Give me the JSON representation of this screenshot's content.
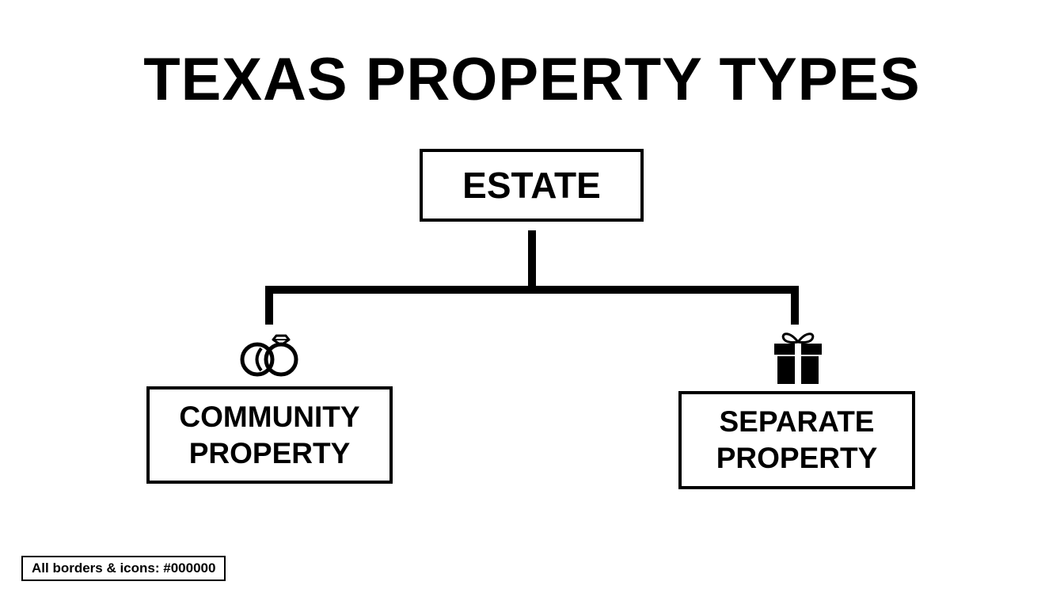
{
  "title": "TEXAS PROPERTY TYPES",
  "root": {
    "label": "ESTATE"
  },
  "children": [
    {
      "label": "COMMUNITY\nPROPERTY",
      "icon": "wedding-rings-icon"
    },
    {
      "label": "SEPARATE\nPROPERTY",
      "icon": "gift-box-icon"
    }
  ],
  "note": "All borders & icons: #000000",
  "colors": {
    "stroke": "#000000",
    "background": "#ffffff"
  }
}
